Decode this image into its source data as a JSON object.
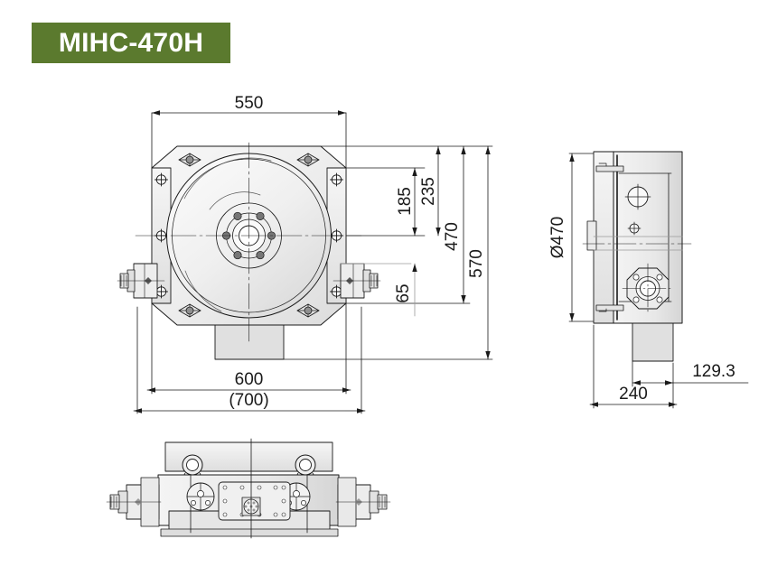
{
  "title": {
    "model_label": "MIHC-470H",
    "badge_color": "#5b7a2e",
    "text_color": "#ffffff"
  },
  "drawing": {
    "background_color": "#ffffff",
    "line_color": "#1a1a1a",
    "fill_light": "#f2f2f2",
    "fill_mid": "#e3e3e3",
    "fill_dark": "#d6d6d6",
    "views": [
      {
        "name": "top-view",
        "description": "plan view of rotary table"
      },
      {
        "name": "side-view",
        "description": "right side elevation"
      },
      {
        "name": "front-view",
        "description": "front elevation"
      }
    ]
  },
  "dimensions": {
    "top_view": {
      "width_plate": "550",
      "width_base": "600",
      "width_overall": "(700)",
      "offset_center": "185",
      "offset_upper": "235",
      "height_body": "470",
      "height_overall": "570",
      "offset_lower": "65"
    },
    "side_view": {
      "diameter": "Ø470",
      "base_width": "240",
      "offset_right": "129.3"
    }
  }
}
